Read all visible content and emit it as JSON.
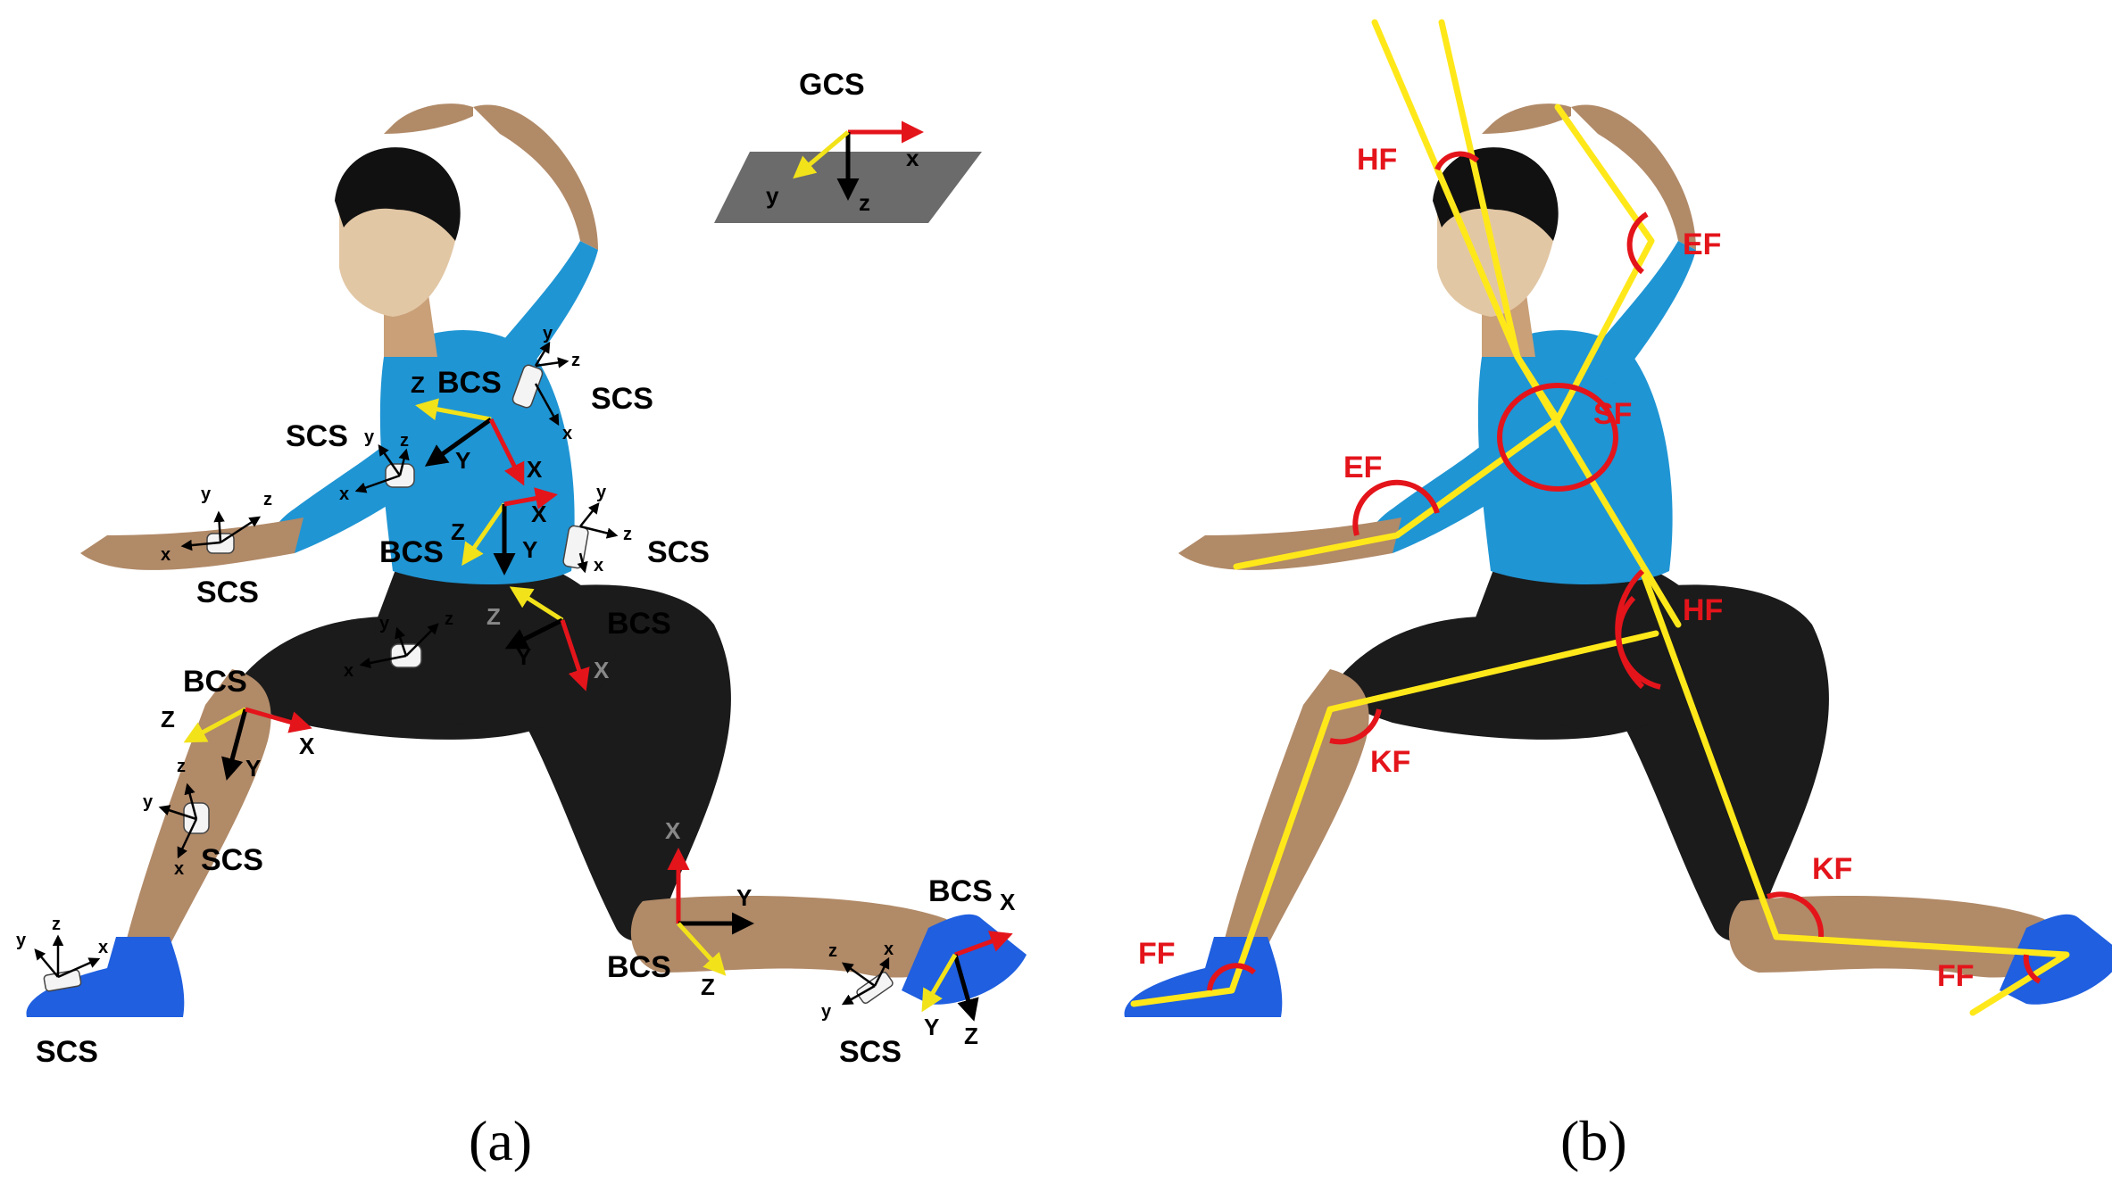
{
  "panels": [
    {
      "id": "a",
      "caption": "(a)",
      "gcs": {
        "label": "GCS",
        "axes": [
          "x",
          "y",
          "z"
        ]
      },
      "labels": {
        "bcs": "BCS",
        "scs": "SCS",
        "X": "X",
        "Y": "Y",
        "Z": "Z",
        "x": "x",
        "y": "y",
        "z": "z"
      }
    },
    {
      "id": "b",
      "caption": "(b)",
      "angles": {
        "hf": "HF",
        "ef": "EF",
        "sf": "SF",
        "kf": "KF",
        "ff": "FF"
      }
    }
  ],
  "colors": {
    "skin": "#b18a68",
    "shirt": "#1f95d4",
    "pants": "#1b1b1b",
    "shoe": "#1f5fe0",
    "yellow_segment": "#ffe81a",
    "red_angle": "#e4141b",
    "gcs_plane": "#6b6b6b"
  }
}
